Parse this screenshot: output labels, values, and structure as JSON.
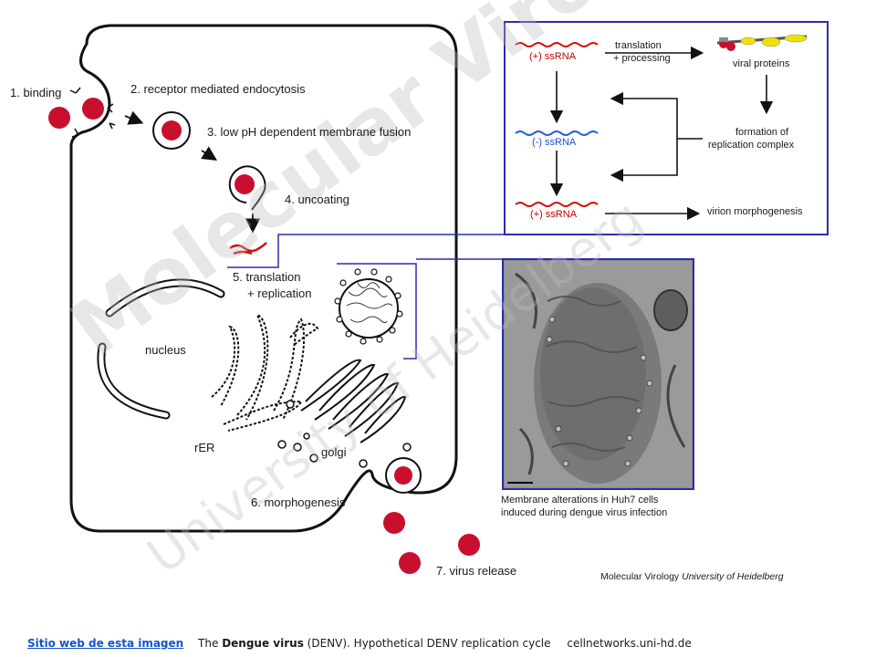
{
  "steps": {
    "binding": "1. binding",
    "endocytosis": "2. receptor mediated endocytosis",
    "fusion": "3. low pH dependent membrane fusion",
    "uncoating": "4. uncoating",
    "translation_1": "5. translation",
    "translation_2": "+ replication",
    "morphogenesis": "6. morphogenesis",
    "release": "7. virus release"
  },
  "organelles": {
    "nucleus": "nucleus",
    "rer": "rER",
    "golgi": "golgi"
  },
  "inset": {
    "plus_ssrna_top": "(+) ssRNA",
    "translation_1": "translation",
    "translation_2": "+ processing",
    "viral_proteins": "viral proteins",
    "minus_ssrna": "(-) ssRNA",
    "formation_1": "formation of",
    "formation_2": "replication complex",
    "plus_ssrna_bottom": "(+) ssRNA",
    "virion": "virion morphogenesis"
  },
  "micrograph_caption": {
    "line1": "Membrane alterations in Huh7 cells",
    "line2": "induced during dengue virus infection"
  },
  "credit": {
    "org": "Molecular Virology",
    "univ": "University of Heidelberg"
  },
  "watermark": {
    "main": "Molecular Virology",
    "sub": "University of Heidelberg"
  },
  "footer": {
    "link": "Sitio web de esta imagen",
    "text_pre": "The",
    "text_bold": "Dengue virus",
    "text_post": "(DENV). Hypothetical DENV replication cycle",
    "source": "cellnetworks.uni-hd.de"
  },
  "colors": {
    "virus_red": "#c8102e",
    "plus_rna": "#d01010",
    "minus_rna": "#1f5fd8",
    "frame_blue": "#2b2bb0",
    "protein_yellow": "#f0e000"
  }
}
